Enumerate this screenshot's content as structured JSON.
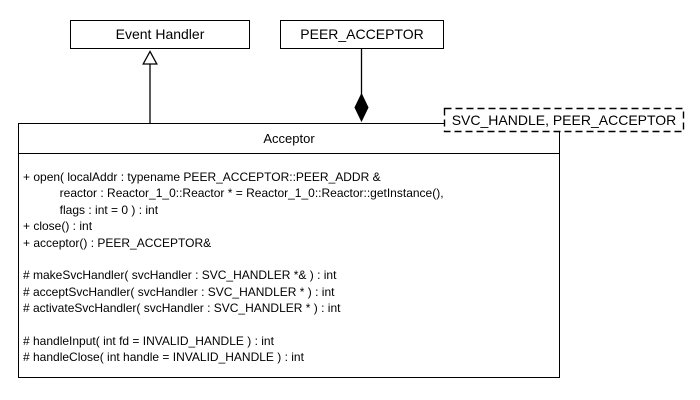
{
  "diagram": {
    "type": "uml-class-diagram",
    "background_color": "#ffffff",
    "line_color": "#000000",
    "nodes": {
      "event_handler": {
        "label": "Event Handler"
      },
      "peer_acceptor": {
        "label": "PEER_ACCEPTOR"
      },
      "acceptor": {
        "label": "Acceptor",
        "template_parameters": "SVC_HANDLE, PEER_ACCEPTOR",
        "members": [
          "+ open( localAddr : typename PEER_ACCEPTOR::PEER_ADDR &",
          "           reactor : Reactor_1_0::Reactor * = Reactor_1_0::Reactor::getInstance(),",
          "           flags : int = 0 ) : int",
          "+ close() : int",
          "+ acceptor() : PEER_ACCEPTOR&",
          "",
          "# makeSvcHandler( svcHandler : SVC_HANDLER *& ) : int",
          "# acceptSvcHandler( svcHandler : SVC_HANDLER * ) : int",
          "# activateSvcHandler( svcHandler : SVC_HANDLER * ) : int",
          "",
          "# handleInput( int fd = INVALID_HANDLE ) : int",
          "# handleClose( int handle = INVALID_HANDLE ) : int"
        ]
      }
    },
    "relationships": [
      {
        "type": "generalization",
        "from": "Acceptor",
        "to": "Event Handler"
      },
      {
        "type": "composition",
        "from": "Acceptor",
        "to": "PEER_ACCEPTOR"
      }
    ]
  }
}
